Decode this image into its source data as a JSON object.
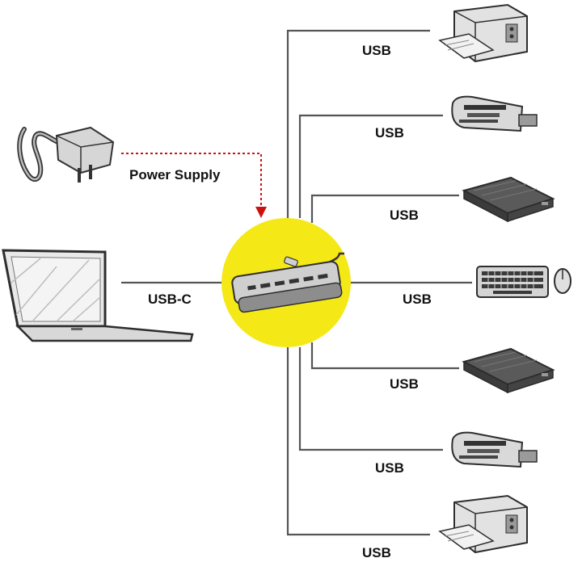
{
  "colors": {
    "line": "#555555",
    "power_line": "#cc1111",
    "hub_circle": "#f5e817",
    "device_dark": "#3b3b3b",
    "device_light": "#d8d8d8"
  },
  "labels": {
    "power_supply": "Power Supply",
    "usb_c": "USB-C",
    "usb": "USB"
  },
  "devices": [
    {
      "icon": "printer-icon"
    },
    {
      "icon": "card-reader-icon"
    },
    {
      "icon": "hard-drive-icon"
    },
    {
      "icon": "keyboard-mouse-icon"
    },
    {
      "icon": "hard-drive-icon"
    },
    {
      "icon": "card-reader-icon"
    },
    {
      "icon": "printer-icon"
    }
  ],
  "sources": {
    "power": {
      "icon": "power-adapter-icon"
    },
    "host": {
      "icon": "laptop-icon"
    },
    "hub": {
      "icon": "usb-hub-icon"
    }
  }
}
